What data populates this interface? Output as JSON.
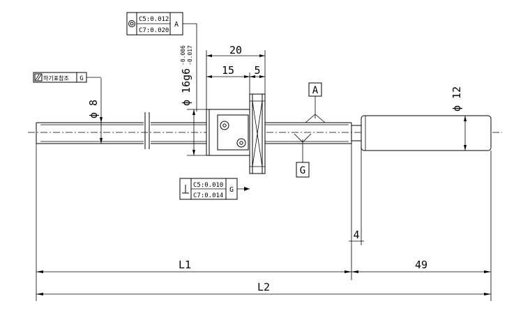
{
  "dimensions": {
    "nut_length": "20",
    "flange_offset": "15",
    "flange_width": "5",
    "shaft_diameter": "ϕ 16g6",
    "shaft_tol_upper": "-0.006",
    "shaft_tol_lower": "-0.017",
    "journal_diameter": "ϕ 8",
    "end_diameter": "ϕ 12",
    "gap": "4",
    "l1": "L1",
    "end_length": "49",
    "l2": "L2"
  },
  "datums": {
    "a": "A",
    "g": "G"
  },
  "tolerance_frames": {
    "runout": {
      "line1": "C5:0.012",
      "line2": "C7:0.020",
      "datum": "A"
    },
    "perpendicularity": {
      "line1": "C5:0.010",
      "line2": "C7:0.014",
      "datum": "G"
    },
    "parallelism": {
      "note": "하기표참조",
      "datum": "G"
    }
  }
}
